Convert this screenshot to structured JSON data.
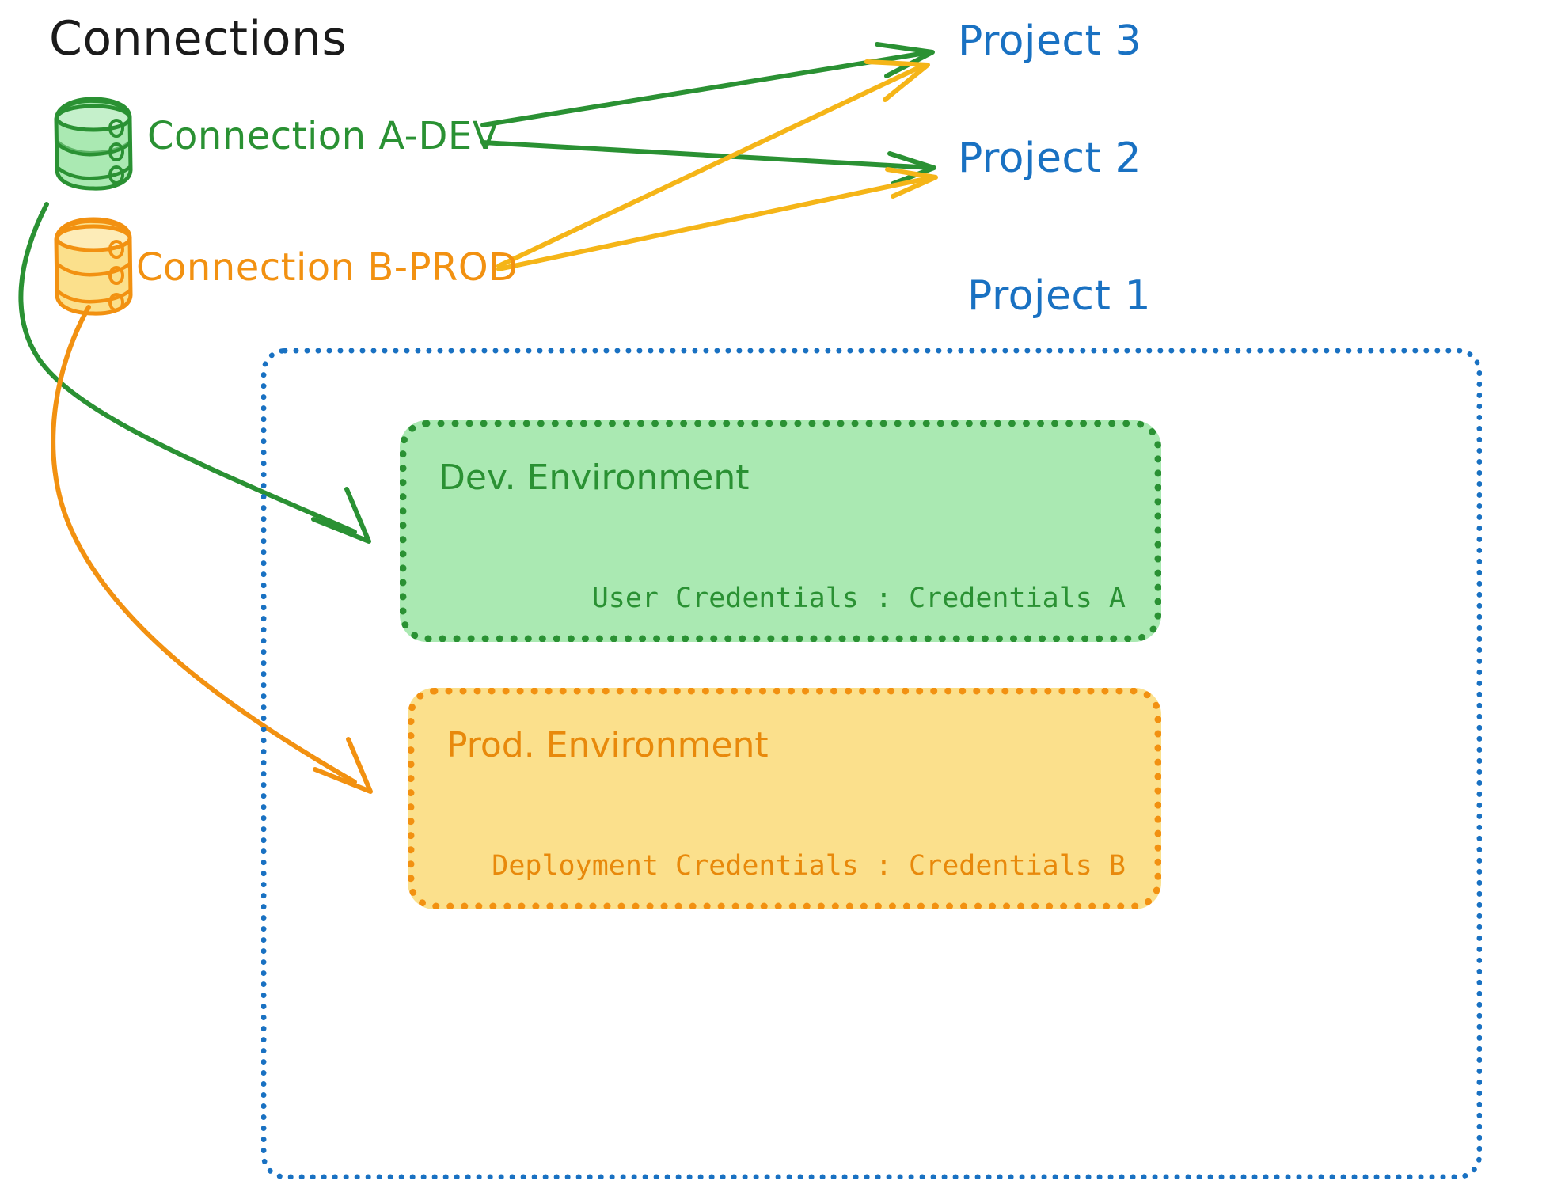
{
  "diagram": {
    "title": "Connections",
    "style": "hand-drawn whiteboard sketch"
  },
  "connections": [
    {
      "id": "connection-a-dev",
      "label": "Connection A-DEV",
      "color": "#2a9133",
      "fill": "#aae9b2",
      "icon": "database-cylinder-icon"
    },
    {
      "id": "connection-b-prod",
      "label": "Connection B-PROD",
      "color": "#f29111",
      "fill": "#fbe08c",
      "icon": "database-cylinder-icon"
    }
  ],
  "projects": [
    {
      "id": "project-3",
      "label": "Project 3",
      "color": "#1971c2"
    },
    {
      "id": "project-2",
      "label": "Project 2",
      "color": "#1971c2"
    },
    {
      "id": "project-1",
      "label": "Project 1",
      "color": "#1971c2"
    }
  ],
  "project1": {
    "border_color": "#1971c2",
    "environments": [
      {
        "id": "dev-environment",
        "title": "Dev. Environment",
        "credentials_label": "User Credentials",
        "credentials_separator": ":",
        "credentials_value": "Credentials A",
        "credentials_line": "User Credentials : Credentials A",
        "fill": "#aae9b2",
        "border_color": "#2a9133",
        "text_color": "#2a9133"
      },
      {
        "id": "prod-environment",
        "title": "Prod. Environment",
        "credentials_label": "Deployment Credentials",
        "credentials_separator": ":",
        "credentials_value": "Credentials B",
        "credentials_line": "Deployment Credentials : Credentials B",
        "fill": "#fbe08c",
        "border_color": "#f29111",
        "text_color": "#e8890b"
      }
    ]
  },
  "edges": [
    {
      "id": "edge-a-to-project3",
      "from": "connection-a-dev",
      "to": "project-3",
      "color": "#2a9133",
      "shape": "straight"
    },
    {
      "id": "edge-a-to-project2",
      "from": "connection-a-dev",
      "to": "project-2",
      "color": "#2a9133",
      "shape": "straight"
    },
    {
      "id": "edge-b-to-project3",
      "from": "connection-b-prod",
      "to": "project-3",
      "color": "#f5b518",
      "shape": "straight"
    },
    {
      "id": "edge-b-to-project2",
      "from": "connection-b-prod",
      "to": "project-2",
      "color": "#f5b518",
      "shape": "straight"
    },
    {
      "id": "edge-a-to-dev-environment",
      "from": "connection-a-dev",
      "to": "dev-environment",
      "color": "#2a9133",
      "shape": "curved"
    },
    {
      "id": "edge-b-to-prod-environment",
      "from": "connection-b-prod",
      "to": "prod-environment",
      "color": "#f29111",
      "shape": "curved"
    }
  ],
  "colors": {
    "green_stroke": "#2a9133",
    "green_fill": "#aae9b2",
    "orange_stroke": "#f29111",
    "orange_fill": "#fbe08c",
    "yellow_arrow": "#f5b518",
    "blue": "#1971c2",
    "black": "#1b1b1b",
    "background": "#ffffff"
  }
}
